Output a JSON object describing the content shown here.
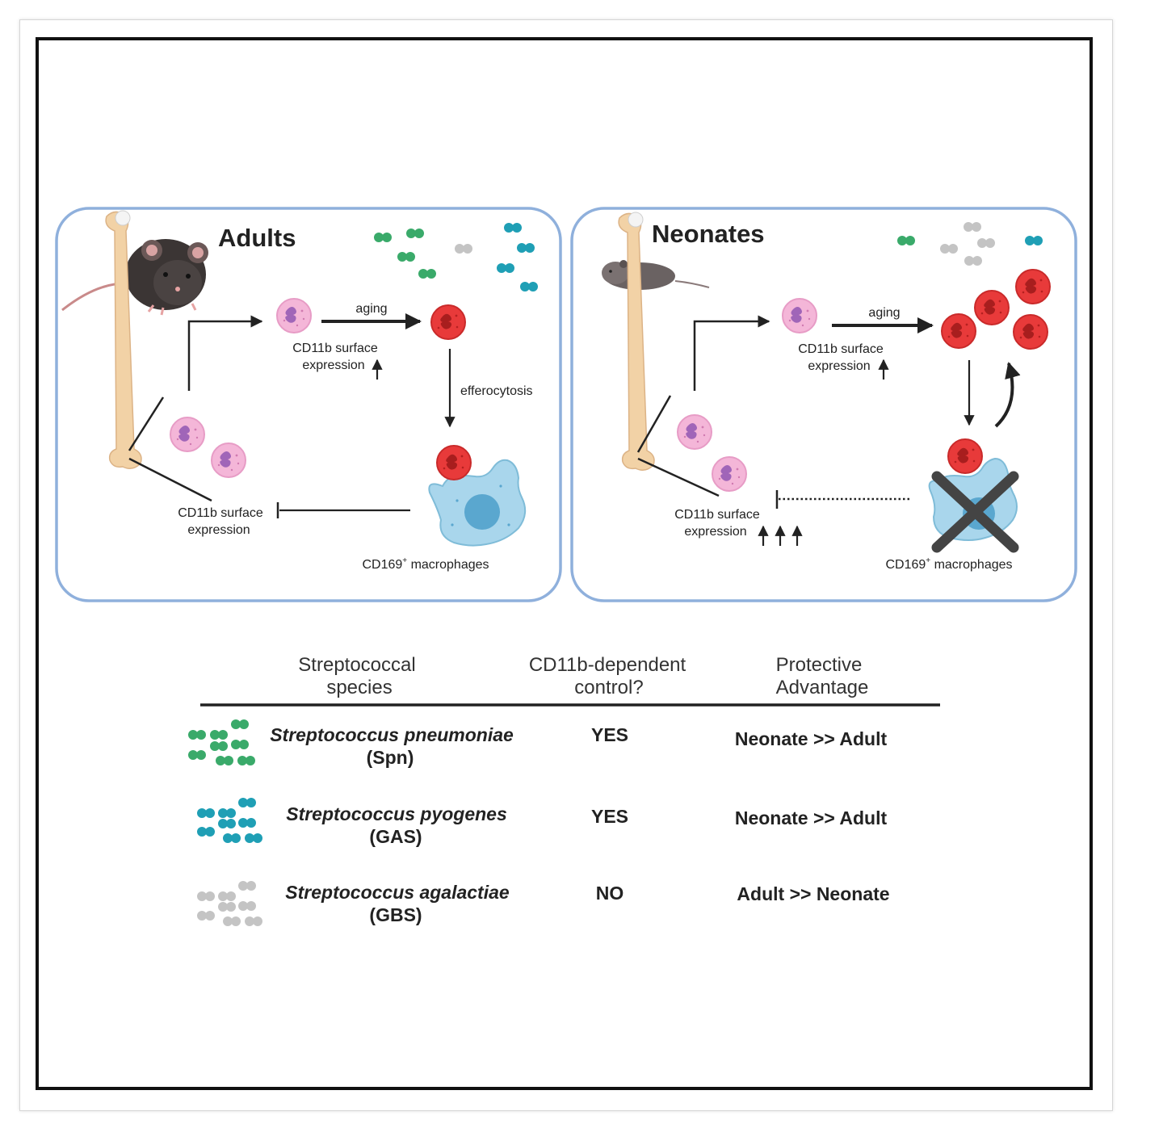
{
  "panels": {
    "adults": {
      "title": "Adults",
      "aging": "aging",
      "cd11b_top_1": "CD11b surface",
      "cd11b_top_2": "expression",
      "efferocytosis": "efferocytosis",
      "cd11b_bottom_1": "CD11b surface",
      "cd11b_bottom_2": "expression",
      "macrophages_pre": "CD169",
      "macrophages_sup": "+",
      "macrophages_post": " macrophages"
    },
    "neonates": {
      "title": "Neonates",
      "aging": "aging",
      "cd11b_top_1": "CD11b surface",
      "cd11b_top_2": "expression",
      "cd11b_bottom_1": "CD11b surface",
      "cd11b_bottom_2": "expression",
      "macrophages_pre": "CD169",
      "macrophages_sup": "+",
      "macrophages_post": " macrophages"
    }
  },
  "table": {
    "headers": [
      {
        "line1": "Streptococcal",
        "line2": "species"
      },
      {
        "line1": "CD11b-dependent",
        "line2": "control?"
      },
      {
        "line1": "Protective",
        "line2": "Advantage"
      }
    ],
    "rows": [
      {
        "species": "Streptococcus pneumoniae",
        "abbr": "(Spn)",
        "control": "YES",
        "advantage": "Neonate >> Adult",
        "color": "#3aaa6a"
      },
      {
        "species": "Streptococcus pyogenes",
        "abbr": "(GAS)",
        "control": "YES",
        "advantage": "Neonate >> Adult",
        "color": "#1f9fb5"
      },
      {
        "species": "Streptococcus agalactiae",
        "abbr": "(GBS)",
        "control": "NO",
        "advantage": "Adult >> Neonate",
        "color": "#c4c4c4"
      }
    ]
  },
  "colors": {
    "panel_border": "#8fb0dc",
    "green_bacteria": "#3aaa6a",
    "teal_bacteria": "#1f9fb5",
    "grey_bacteria": "#c4c4c4",
    "neutrophil_young": "#f4b6d8",
    "neutrophil_aged": "#e83a3a",
    "macrophage": "#a9d6ec",
    "bone": "#f2d2a6"
  },
  "icons": [
    "adult-mouse-icon",
    "neonate-mouse-icon",
    "femur-bone-icon",
    "neutrophil-icon",
    "aged-neutrophil-icon",
    "macrophage-icon",
    "bacteria-diplococci-icon",
    "depletion-x-icon"
  ]
}
